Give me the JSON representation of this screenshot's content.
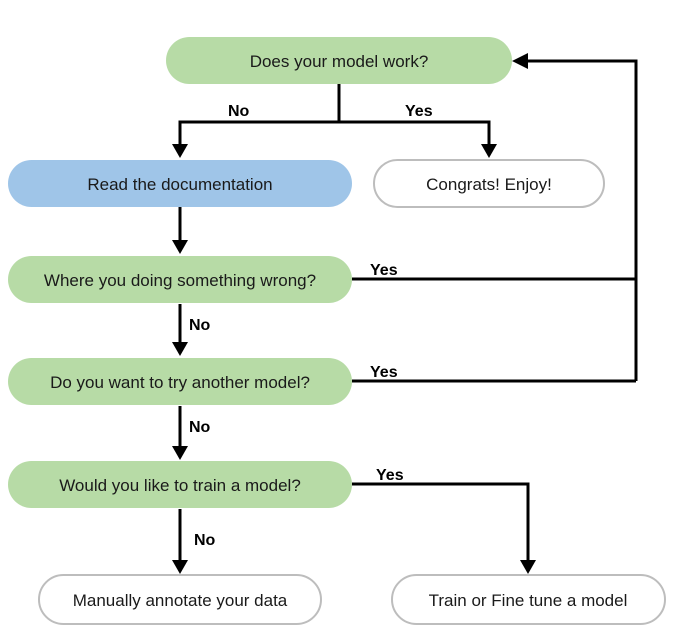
{
  "colors": {
    "decision_fill": "#b7dba6",
    "action_fill": "#9fc5e8",
    "terminal_fill": "#ffffff",
    "terminal_stroke": "#bdbdbd",
    "edge": "#000000",
    "text": "#1a1a1a"
  },
  "nodes": {
    "q_model_works": "Does your model work?",
    "read_docs": "Read the documentation",
    "congrats": "Congrats! Enjoy!",
    "q_doing_wrong": "Where you doing something wrong?",
    "q_another_model": "Do you want to try another model?",
    "q_train_model": "Would you like to train a model?",
    "manual_annotate": "Manually annotate your data",
    "train_finetune": "Train or Fine tune a model"
  },
  "edges": {
    "model_works_no": "No",
    "model_works_yes": "Yes",
    "doing_wrong_yes": "Yes",
    "doing_wrong_no": "No",
    "another_model_yes": "Yes",
    "another_model_no": "No",
    "train_model_yes": "Yes",
    "train_model_no": "No"
  }
}
